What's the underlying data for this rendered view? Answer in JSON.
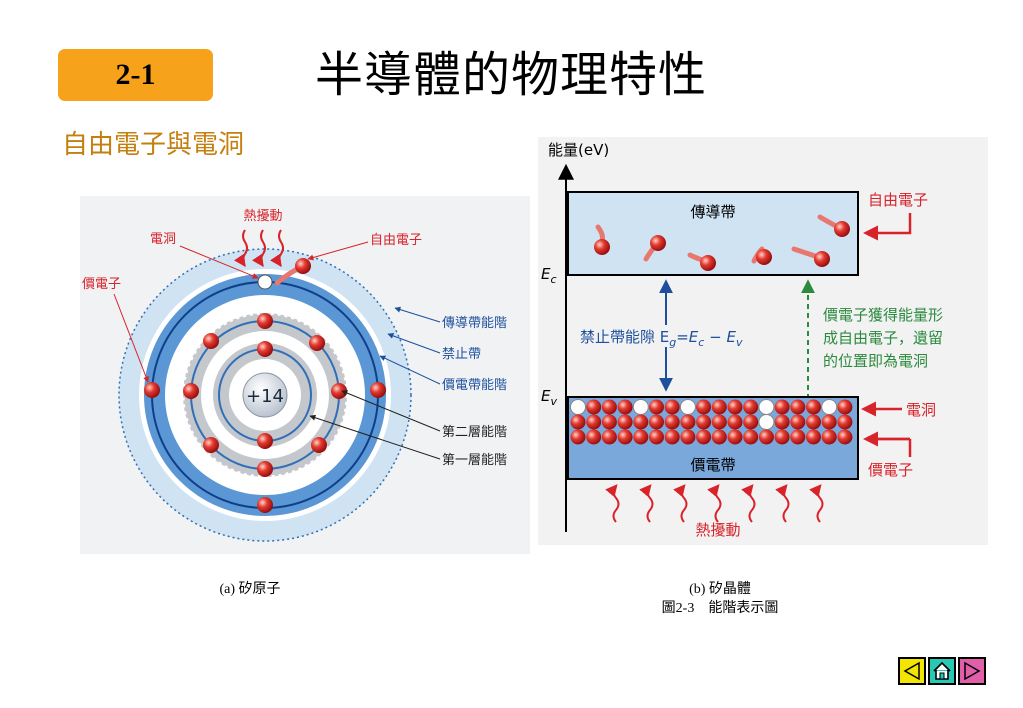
{
  "header": {
    "section_badge": "2-1",
    "title": "半導體的物理特性",
    "subtitle": "自由電子與電洞"
  },
  "atom_diagram": {
    "nucleus": "+14",
    "labels": {
      "heat": "熱擾動",
      "hole": "電洞",
      "free_electron": "自由電子",
      "valence_electron": "價電子",
      "conduction_level": "傳導帶能階",
      "forbidden_band": "禁止帶",
      "valence_level": "價電帶能階",
      "second_shell": "第二層能階",
      "first_shell": "第一層能階"
    },
    "caption": "(a) 矽原子"
  },
  "band_diagram": {
    "axis_label": "能量(eV)",
    "conduction_band": "傳導帶",
    "valence_band": "價電帶",
    "ec_label": "E",
    "ec_sub": "c",
    "ev_label": "E",
    "ev_sub": "v",
    "gap_label": "禁止帶能隙 E",
    "gap_formula_g": "g",
    "gap_formula_eq": "=E",
    "gap_formula_c": "c",
    "gap_formula_minus": " − E",
    "gap_formula_v": "v",
    "free_electron": "自由電子",
    "note_line1": "價電子獲得能量形",
    "note_line2": "成自由電子，遺留",
    "note_line3": "的位置即為電洞",
    "hole": "電洞",
    "valence_electron": "價電子",
    "heat": "熱擾動",
    "caption": "(b) 矽晶體"
  },
  "figure_caption": "圖2-3　能階表示圖",
  "nav": {
    "prev_icon": "left-triangle-icon",
    "home_icon": "home-icon",
    "next_icon": "right-triangle-icon"
  },
  "colors": {
    "badge": "#f7a21b",
    "subtitle": "#c57f0f",
    "label_blue": "#1d4f9c",
    "label_red": "#d8232a",
    "note_green": "#2b8a3e"
  }
}
